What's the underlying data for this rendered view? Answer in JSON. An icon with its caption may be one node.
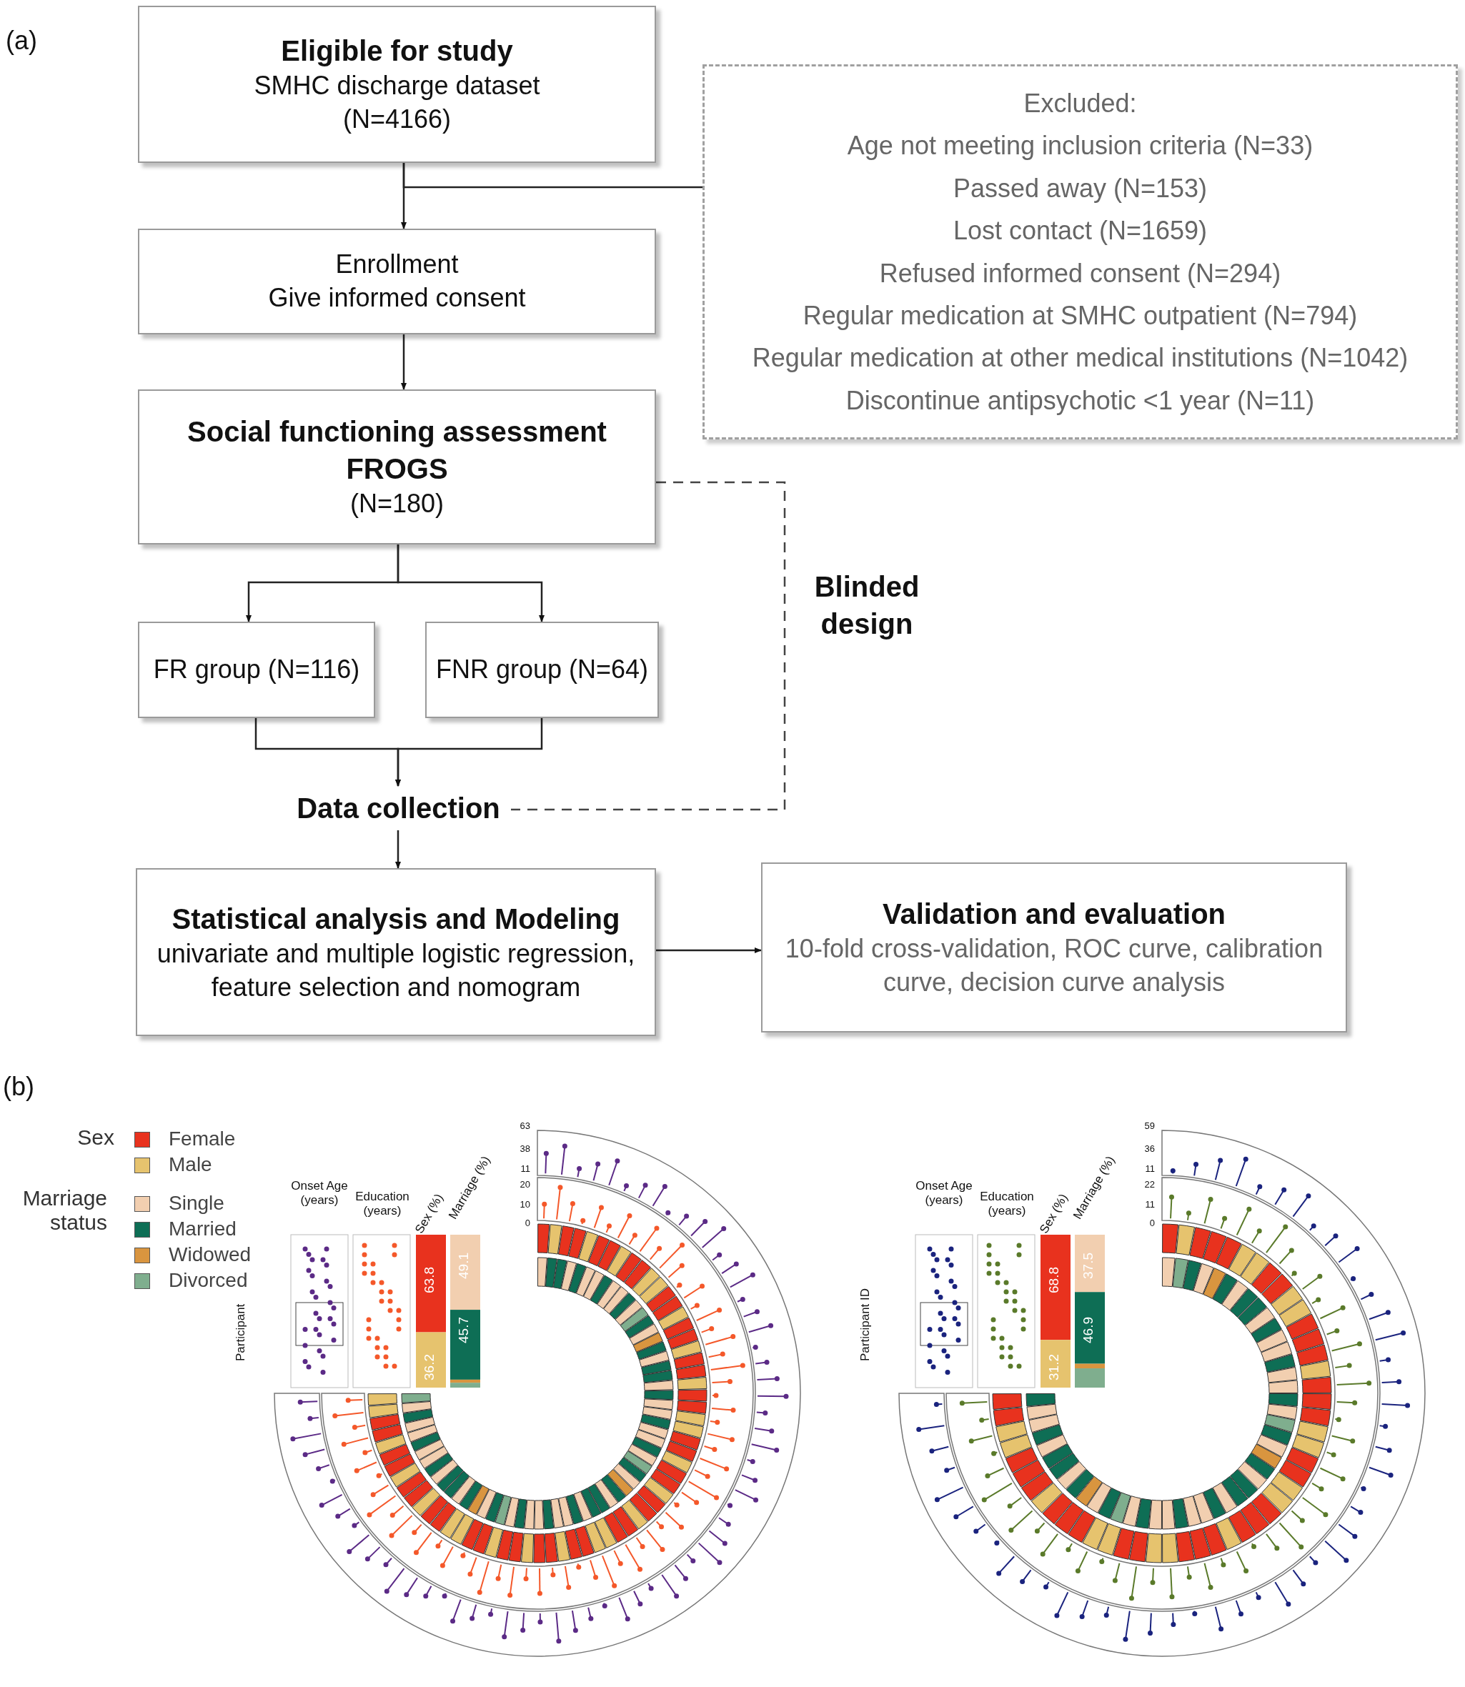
{
  "diagram": {
    "nodes": [
      {
        "text": [
          "Eligible for study",
          "SMHC discharge dataset",
          "(N=4166)"
        ]
      },
      {
        "text": [
          "Excluded:",
          "Age not meeting inclusion criteria (N=33)",
          "Passed away (N=153)",
          "Lost contact (N=1659)",
          "Refused informed consent (N=294)",
          "Regular medication at SMHC outpatient (N=794)",
          "Regular medication at other medical institutions (N=1042)",
          "Discontinue antipsychotic <1 year (N=11)"
        ]
      },
      {
        "text": [
          "Enrollment",
          "Give informed consent"
        ]
      },
      {
        "text": [
          "Social functioning assessment FROGS",
          "(N=180)"
        ]
      },
      {
        "text": [
          "FR group (N=116)"
        ]
      },
      {
        "text": [
          "FNR group (N=64)"
        ]
      },
      {
        "text": [
          "Data collection"
        ]
      },
      {
        "text": [
          "Statistical analysis and Modeling",
          "univariate and multiple logistic regression, feature selection and nomogram"
        ]
      },
      {
        "text": [
          "Validation and evaluation",
          "10-fold cross-validation, ROC curve, calibration curve, decision curve analysis"
        ]
      }
    ],
    "edges": [
      {
        "from": 0,
        "to": 2,
        "arrow": "to"
      },
      {
        "from": 0,
        "to": 1,
        "arrow": "none"
      },
      {
        "from": 2,
        "to": 3,
        "arrow": "to"
      },
      {
        "from": 3,
        "to": 4,
        "arrow": "to"
      },
      {
        "from": 3,
        "to": 5,
        "arrow": "to"
      },
      {
        "from": 4,
        "to": 6,
        "arrow": "to"
      },
      {
        "from": 5,
        "to": 6,
        "arrow": "to"
      },
      {
        "from": 6,
        "to": 7,
        "arrow": "to"
      },
      {
        "from": 7,
        "to": 8,
        "arrow": "to"
      },
      {
        "from": 3,
        "to": 6,
        "arrow": "none",
        "style": "dashed",
        "label": "Blinded design"
      }
    ],
    "labels": [
      "(a)",
      "(b)",
      "Sex",
      "Marriage status",
      "Onset Age (years)",
      "Education (years)",
      "Sex (%)",
      "Marriage (%)",
      "63.8",
      "36.2",
      "49.1",
      "45.7",
      "Participant",
      "63",
      "38",
      "11",
      "20",
      "10",
      "0",
      "Onset Age (years)",
      "Education (years)",
      "Sex (%)",
      "Marriage (%)",
      "68.8",
      "31.2",
      "37.5",
      "46.9",
      "Participant ID",
      "59",
      "36",
      "11",
      "22",
      "11",
      "0"
    ],
    "legend": [
      {
        "text": "Female",
        "color": "#e8321e"
      },
      {
        "text": "Male",
        "color": "#e6c36e"
      },
      {
        "text": "Single",
        "color": "#f2cfb0"
      },
      {
        "text": "Married",
        "color": "#0e6e55"
      },
      {
        "text": "Widowed",
        "color": "#d9953f"
      },
      {
        "text": "Divorced",
        "color": "#7fae8e"
      }
    ]
  }
}
